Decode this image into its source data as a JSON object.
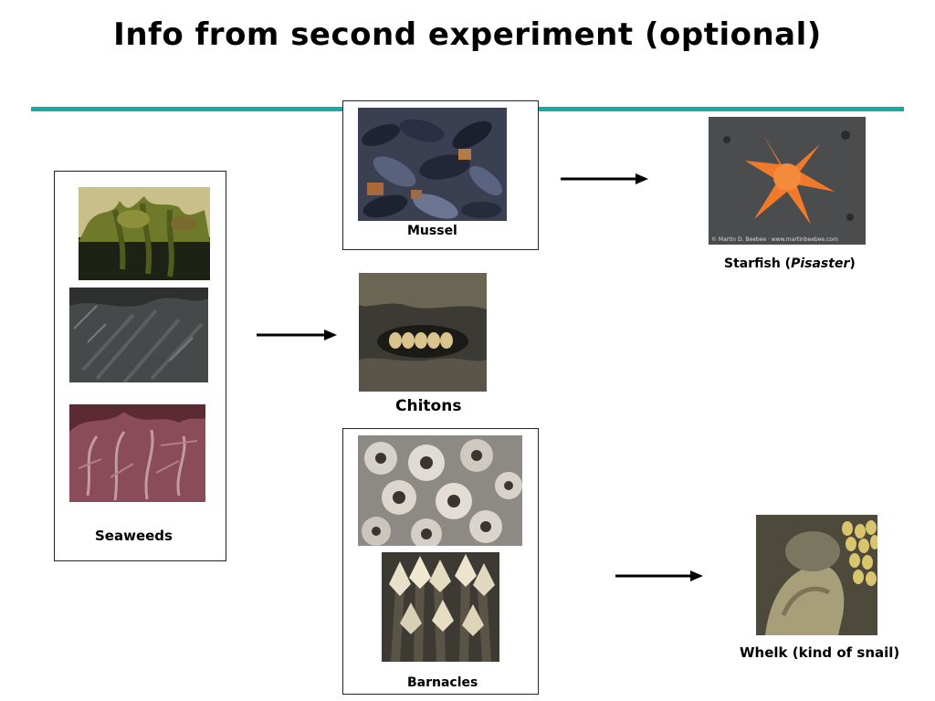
{
  "title": "Info from second experiment (optional)",
  "colors": {
    "rule": "#1aa9a5",
    "box_border": "#222222",
    "arrow": "#000000"
  },
  "labels": {
    "mussel": "Mussel",
    "starfish_prefix": "Starfish (",
    "starfish_genus": "Pisaster",
    "starfish_suffix": ")",
    "chitons": "Chitons",
    "seaweeds": "Seaweeds",
    "barnacles": "Barnacles",
    "whelk": "Whelk (kind of snail)"
  },
  "photo_caption": "© Martin D. Beebee · www.martinbeebee.com",
  "arrows": [
    {
      "from": "mussel",
      "to": "starfish"
    },
    {
      "from": "seaweeds",
      "to": "chitons"
    },
    {
      "from": "barnacles",
      "to": "whelk"
    }
  ]
}
